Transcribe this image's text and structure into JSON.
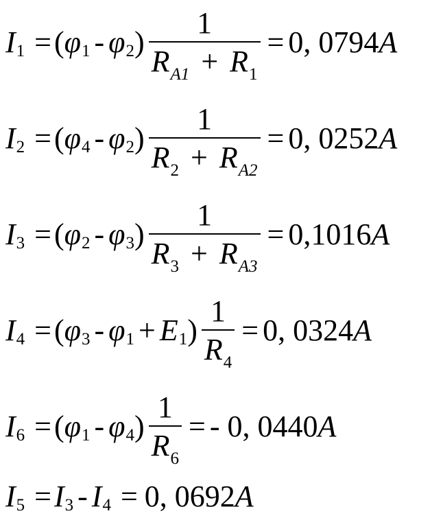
{
  "equations": [
    {
      "lhs": {
        "sym": "I",
        "sub": "1"
      },
      "terms": [
        "φ",
        "1",
        "-",
        "φ",
        "2"
      ],
      "numerator": "1",
      "denominator": [
        {
          "sym": "R",
          "sub": "A1"
        },
        {
          "op": "+"
        },
        {
          "sym": "R",
          "sub": "1"
        }
      ],
      "value": "0, 0794",
      "unit": "A"
    },
    {
      "lhs": {
        "sym": "I",
        "sub": "2"
      },
      "terms": [
        "φ",
        "4",
        "-",
        "φ",
        "2"
      ],
      "numerator": "1",
      "denominator": [
        {
          "sym": "R",
          "sub": "2"
        },
        {
          "op": "+"
        },
        {
          "sym": "R",
          "sub": "A2"
        }
      ],
      "value": "0, 0252",
      "unit": "A"
    },
    {
      "lhs": {
        "sym": "I",
        "sub": "3"
      },
      "terms": [
        "φ",
        "2",
        "-",
        "φ",
        "3"
      ],
      "numerator": "1",
      "denominator": [
        {
          "sym": "R",
          "sub": "3"
        },
        {
          "op": "+"
        },
        {
          "sym": "R",
          "sub": "A3"
        }
      ],
      "value": "0,1016",
      "unit": "A"
    },
    {
      "lhs": {
        "sym": "I",
        "sub": "4"
      },
      "terms": [
        "φ",
        "3",
        "-",
        "φ",
        "1",
        "+",
        "E",
        "1"
      ],
      "numerator": "1",
      "denominator": [
        {
          "sym": "R",
          "sub": "4"
        }
      ],
      "value": "0, 0324",
      "unit": "A"
    },
    {
      "lhs": {
        "sym": "I",
        "sub": "6"
      },
      "terms": [
        "φ",
        "1",
        "-",
        "φ",
        "4"
      ],
      "numerator": "1",
      "denominator": [
        {
          "sym": "R",
          "sub": "6"
        }
      ],
      "value": "- 0, 0440",
      "unit": "A"
    },
    {
      "lhs": {
        "sym": "I",
        "sub": "5"
      },
      "rhs": [
        {
          "sym": "I",
          "sub": "3"
        },
        {
          "op": "-"
        },
        {
          "sym": "I",
          "sub": "4"
        }
      ],
      "value": "0, 0692",
      "unit": "A"
    }
  ],
  "symbols": {
    "equals": "=",
    "open_paren": "(",
    "close_paren": ")"
  }
}
